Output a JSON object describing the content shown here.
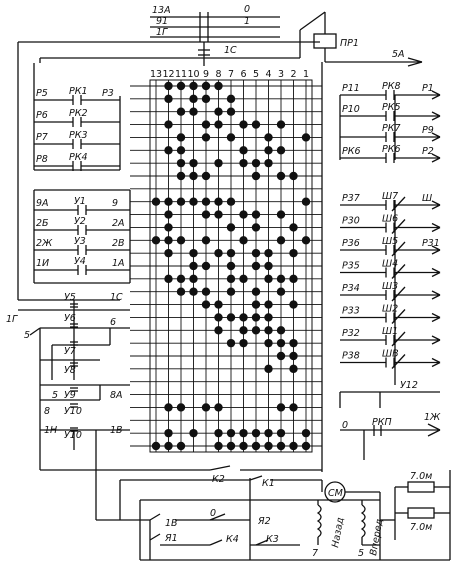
{
  "top_left_labels": [
    "13А",
    "91",
    "1Г"
  ],
  "top_right_labels": [
    "0",
    "1"
  ],
  "label_1C_top": "1С",
  "relay_top": {
    "label": "ПР1",
    "wire": "5А"
  },
  "column_numbers": [
    "13",
    "12",
    "11",
    "10",
    "9",
    "8",
    "7",
    "6",
    "5",
    "4",
    "3",
    "2",
    "1"
  ],
  "left_contacts": [
    {
      "l": "Р5",
      "c": "РК1",
      "r": "Р3"
    },
    {
      "l": "Р6",
      "c": "РК2",
      "r": ""
    },
    {
      "l": "Р7",
      "c": "РК3",
      "r": ""
    },
    {
      "l": "Р8",
      "c": "РК4",
      "r": ""
    }
  ],
  "left_u": [
    {
      "l": "9А",
      "c": "У1",
      "r": "9"
    },
    {
      "l": "2Б",
      "c": "У2",
      "r": "2А"
    },
    {
      "l": "2Ж",
      "c": "У3",
      "r": "2В"
    },
    {
      "l": "1И",
      "c": "У4",
      "r": "1А"
    }
  ],
  "left_lower": {
    "u5": {
      "l": "1Г",
      "c": "У5",
      "r": "1С"
    },
    "u6": {
      "l": "5",
      "c": "У6",
      "r": "6"
    },
    "u7": "У7",
    "u8": "У8",
    "u9": {
      "l": "5",
      "c": "У9",
      "r": "8А"
    },
    "u10a": {
      "l": "8",
      "c": "У10"
    },
    "u10b": {
      "l": "1Н",
      "c": "У10",
      "r": "1В"
    }
  },
  "right_contacts": [
    {
      "l": "Р11",
      "c": "РК8",
      "r": "Р1"
    },
    {
      "l": "Р10",
      "c": "РК5",
      "r": ""
    },
    {
      "l": "",
      "c": "РК7",
      "r": "Р9"
    },
    {
      "l": "РК6",
      "c": "РК6",
      "r": "Р2"
    }
  ],
  "right_sh": [
    {
      "l": "Р37",
      "c": "Ш7",
      "r": "Ш"
    },
    {
      "l": "Р30",
      "c": "Ш6",
      "r": ""
    },
    {
      "l": "Р36",
      "c": "Ш5",
      "r": "Р31"
    },
    {
      "l": "Р35",
      "c": "Ш4",
      "r": ""
    },
    {
      "l": "Р34",
      "c": "Ш3",
      "r": ""
    },
    {
      "l": "Р33",
      "c": "Ш2",
      "r": ""
    },
    {
      "l": "Р32",
      "c": "Ш1",
      "r": ""
    },
    {
      "l": "Р38",
      "c": "ШВ",
      "r": ""
    }
  ],
  "right_bottom": {
    "u12": "У12",
    "zero": "0",
    "rkp": "РКП",
    "oneZh": "1Ж"
  },
  "bottom": {
    "k1": "К1",
    "k2": "К2",
    "k3": "К3",
    "k4": "К4",
    "ya1": "Я1",
    "ya2": "Я2",
    "motor": "СМ",
    "w1v": "1В",
    "zero": "0",
    "seven": "7",
    "back": "Назад",
    "forward": "Вперед",
    "res1": "7.0м",
    "res2": "7.0м",
    "five": "5"
  },
  "matrix": {
    "rows": 29,
    "dots": [
      [
        0,
        1,
        1,
        1,
        1,
        1,
        0,
        0,
        0,
        0,
        0,
        0,
        0
      ],
      [
        0,
        1,
        0,
        1,
        1,
        0,
        1,
        0,
        0,
        0,
        0,
        0,
        0
      ],
      [
        0,
        0,
        1,
        1,
        0,
        1,
        1,
        0,
        0,
        0,
        0,
        0,
        0
      ],
      [
        0,
        1,
        0,
        0,
        1,
        1,
        0,
        1,
        1,
        0,
        1,
        0,
        0
      ],
      [
        0,
        0,
        1,
        0,
        1,
        0,
        1,
        0,
        0,
        1,
        0,
        0,
        1
      ],
      [
        0,
        1,
        1,
        0,
        0,
        0,
        0,
        1,
        0,
        1,
        1,
        0,
        0
      ],
      [
        0,
        0,
        1,
        1,
        0,
        1,
        0,
        1,
        1,
        1,
        0,
        0,
        0
      ],
      [
        0,
        0,
        1,
        1,
        1,
        0,
        0,
        0,
        1,
        0,
        1,
        1,
        0
      ],
      [
        0,
        0,
        0,
        0,
        0,
        0,
        0,
        0,
        0,
        0,
        0,
        0,
        0
      ],
      [
        1,
        1,
        1,
        1,
        1,
        1,
        1,
        0,
        0,
        0,
        0,
        0,
        1
      ],
      [
        0,
        1,
        0,
        0,
        1,
        1,
        0,
        1,
        1,
        0,
        1,
        0,
        0
      ],
      [
        0,
        1,
        0,
        0,
        0,
        0,
        1,
        0,
        1,
        0,
        0,
        1,
        0
      ],
      [
        1,
        1,
        1,
        0,
        1,
        0,
        0,
        1,
        0,
        0,
        1,
        0,
        1
      ],
      [
        0,
        1,
        0,
        1,
        0,
        1,
        1,
        0,
        1,
        1,
        0,
        1,
        0
      ],
      [
        0,
        0,
        0,
        1,
        1,
        0,
        1,
        0,
        1,
        1,
        0,
        0,
        0
      ],
      [
        0,
        1,
        1,
        1,
        0,
        0,
        1,
        1,
        0,
        1,
        1,
        1,
        0
      ],
      [
        0,
        0,
        1,
        1,
        1,
        0,
        1,
        0,
        1,
        0,
        1,
        0,
        0
      ],
      [
        0,
        0,
        0,
        0,
        1,
        1,
        0,
        0,
        1,
        1,
        0,
        1,
        0
      ],
      [
        0,
        0,
        0,
        0,
        0,
        1,
        1,
        1,
        1,
        1,
        0,
        0,
        0
      ],
      [
        0,
        0,
        0,
        0,
        0,
        1,
        0,
        1,
        1,
        1,
        1,
        0,
        0
      ],
      [
        0,
        0,
        0,
        0,
        0,
        0,
        1,
        1,
        0,
        1,
        1,
        1,
        0
      ],
      [
        0,
        0,
        0,
        0,
        0,
        0,
        0,
        0,
        0,
        0,
        1,
        1,
        0
      ],
      [
        0,
        0,
        0,
        0,
        0,
        0,
        0,
        0,
        0,
        1,
        0,
        1,
        0
      ],
      [
        0,
        0,
        0,
        0,
        0,
        0,
        0,
        0,
        0,
        0,
        0,
        0,
        0
      ],
      [
        0,
        0,
        0,
        0,
        0,
        0,
        0,
        0,
        0,
        0,
        0,
        0,
        0
      ],
      [
        0,
        1,
        1,
        0,
        1,
        1,
        0,
        0,
        0,
        0,
        1,
        1,
        0
      ],
      [
        0,
        0,
        0,
        0,
        0,
        0,
        0,
        0,
        0,
        0,
        0,
        0,
        0
      ],
      [
        0,
        1,
        0,
        1,
        0,
        1,
        1,
        1,
        1,
        1,
        1,
        0,
        1
      ],
      [
        1,
        1,
        1,
        0,
        0,
        1,
        1,
        1,
        1,
        1,
        1,
        1,
        1
      ]
    ]
  }
}
